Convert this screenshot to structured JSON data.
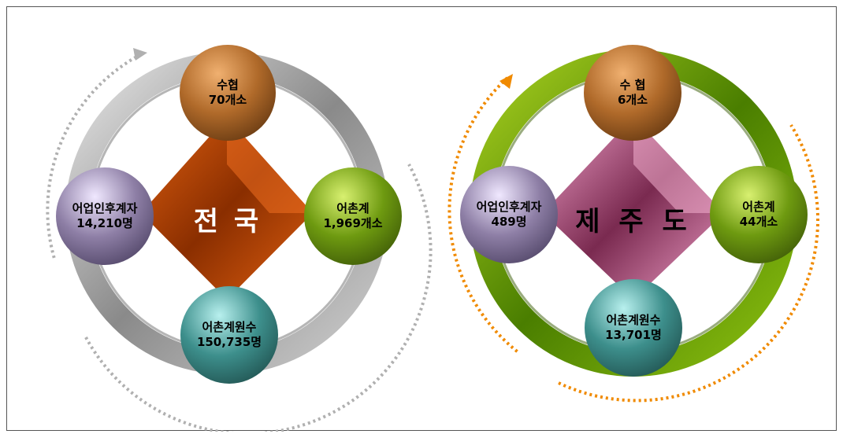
{
  "diagrams": [
    {
      "center_label": "전 국",
      "center_color": "#ffffff",
      "ring_color": "#9a9a9a",
      "diamond_color": "#c24a00",
      "arrow_color": "#b0b0b0",
      "nodes": {
        "top": {
          "line1": "수협",
          "line2": "70개소",
          "color": "#b06a2a"
        },
        "right": {
          "line1": "어촌계",
          "line2": "1,969개소",
          "color": "#6e9a10"
        },
        "bottom": {
          "line1": "어촌계원수",
          "line2": "150,735명",
          "color": "#3d8f8c"
        },
        "left": {
          "line1": "어업인후계자",
          "line2": "14,210명",
          "color": "#8e7fa6"
        }
      }
    },
    {
      "center_label": "제 주 도",
      "center_color": "#000000",
      "ring_color": "#6aa010",
      "diamond_color": "#c0608e",
      "arrow_color": "#f08a00",
      "nodes": {
        "top": {
          "line1": "수 협",
          "line2": "6개소",
          "color": "#b06a2a"
        },
        "right": {
          "line1": "어촌계",
          "line2": "44개소",
          "color": "#6e9a10"
        },
        "bottom": {
          "line1": "어촌계원수",
          "line2": "13,701명",
          "color": "#3d8f8c"
        },
        "left": {
          "line1": "어업인후계자",
          "line2": "489명",
          "color": "#8e7fa6"
        }
      }
    }
  ]
}
